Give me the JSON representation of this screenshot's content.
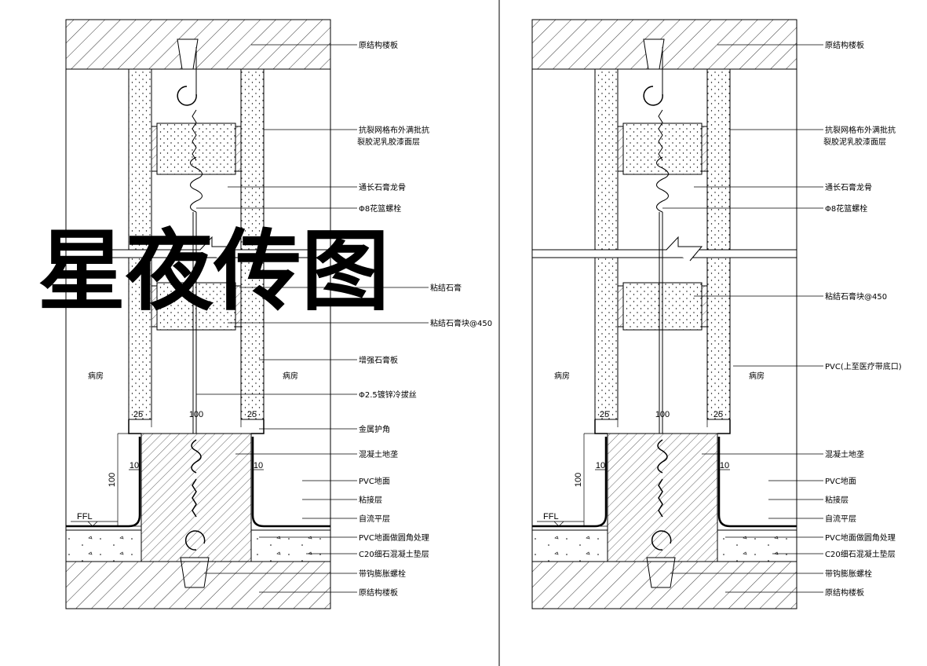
{
  "watermark": "星夜传图",
  "left": {
    "room_left": "病房",
    "room_right": "病房",
    "dims": {
      "d25a": "25",
      "d100": "100",
      "d25b": "25",
      "d10a": "10",
      "d10b": "10",
      "height": "100",
      "ffl": "FFL"
    },
    "labels": [
      {
        "text": "原结构楼板"
      },
      {
        "text": "抗裂网格布外满批抗"
      },
      {
        "text": "裂胶泥乳胶漆面层"
      },
      {
        "text": "通长石膏龙骨"
      },
      {
        "text": "Φ8花篮螺栓"
      },
      {
        "text": "粘结石膏"
      },
      {
        "text": "粘结石膏块@450"
      },
      {
        "text": "增强石膏板"
      },
      {
        "text": "Φ2.5镀锌冷拔丝"
      },
      {
        "text": "金属护角"
      },
      {
        "text": "混凝土地垄"
      },
      {
        "text": "PVC地面"
      },
      {
        "text": "粘接层"
      },
      {
        "text": "自流平层"
      },
      {
        "text": "PVC地面做圆角处理"
      },
      {
        "text": "C20细石混凝土垫层"
      },
      {
        "text": "带钩膨胀螺栓"
      },
      {
        "text": "原结构楼板"
      }
    ]
  },
  "right": {
    "room_left": "病房",
    "room_right": "病房",
    "dims": {
      "d25a": "25",
      "d100": "100",
      "d25b": "25",
      "d10a": "10",
      "d10b": "10",
      "height": "100",
      "ffl": "FFL"
    },
    "labels": [
      {
        "text": "原结构楼板"
      },
      {
        "text": "抗裂网格布外满批抗"
      },
      {
        "text": "裂胶泥乳胶漆面层"
      },
      {
        "text": "通长石膏龙骨"
      },
      {
        "text": "Φ8花篮螺栓"
      },
      {
        "text": "粘结石膏块@450"
      },
      {
        "text": "PVC(上至医疗带底口)"
      },
      {
        "text": "混凝土地垄"
      },
      {
        "text": "PVC地面"
      },
      {
        "text": "粘接层"
      },
      {
        "text": "自流平层"
      },
      {
        "text": "PVC地面做圆角处理"
      },
      {
        "text": "C20细石混凝土垫层"
      },
      {
        "text": "带钩膨胀螺栓"
      },
      {
        "text": "原结构楼板"
      }
    ]
  }
}
